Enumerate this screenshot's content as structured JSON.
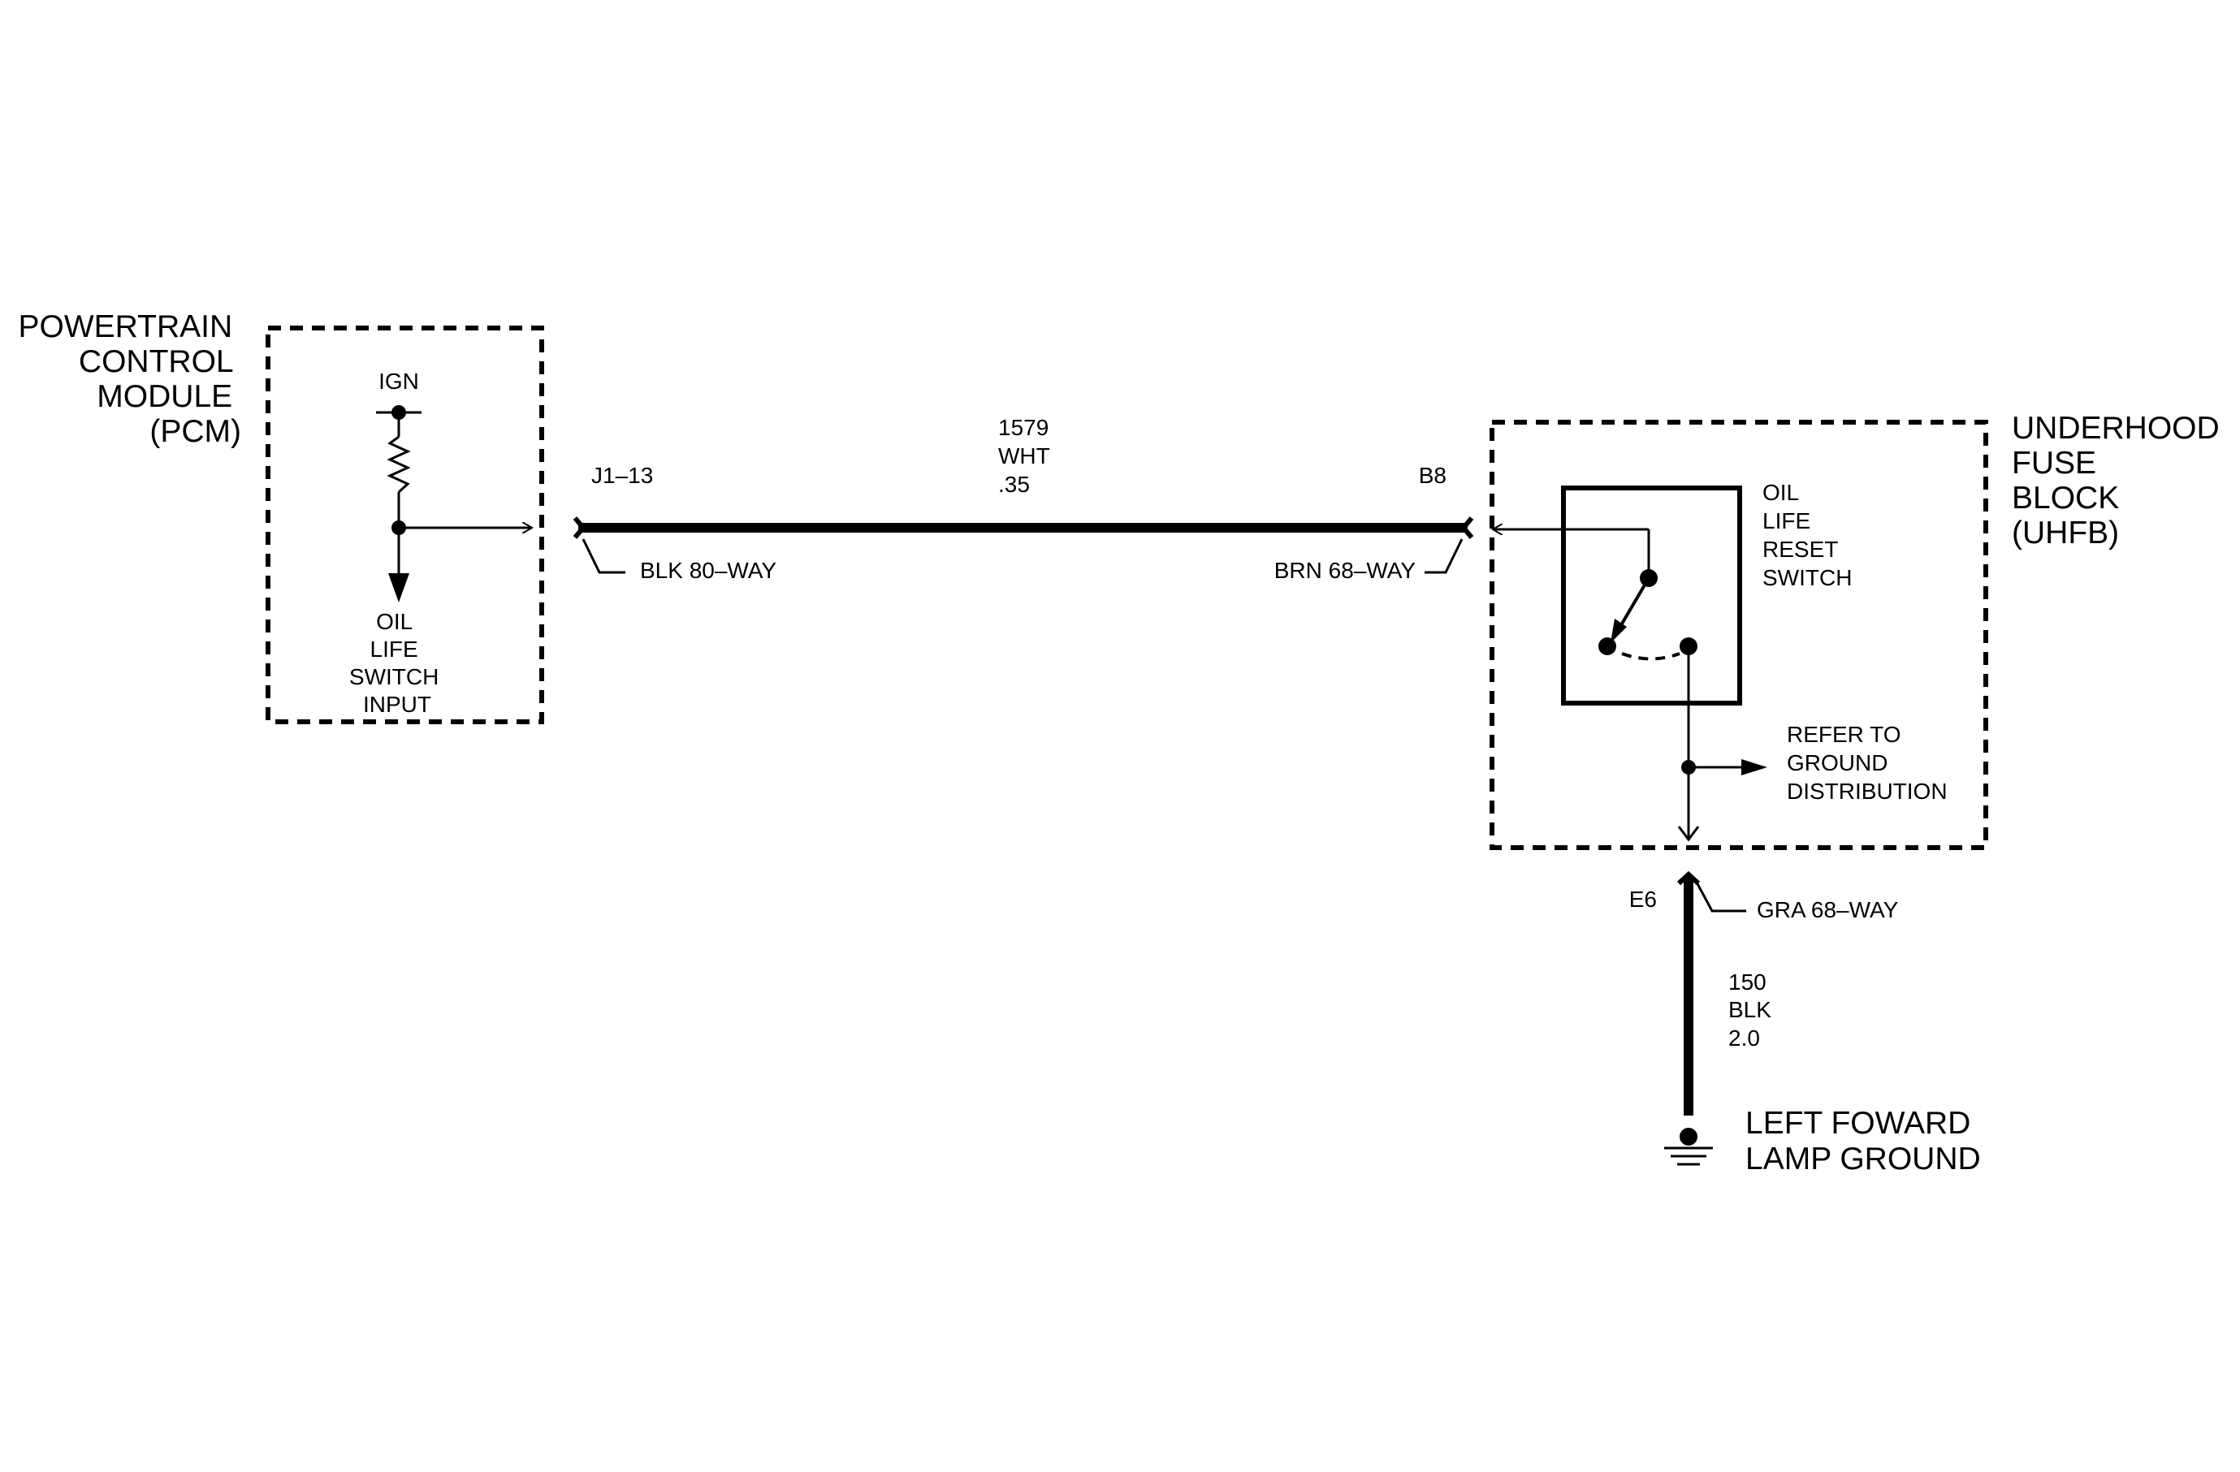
{
  "pcm": {
    "name_lines": [
      "POWERTRAIN",
      "CONTROL",
      "MODULE",
      "(PCM)"
    ],
    "ign_label": "IGN",
    "input_lines": [
      "OIL",
      "LIFE",
      "SWITCH",
      "INPUT"
    ]
  },
  "wire_main": {
    "circuit": "1579",
    "color": "WHT",
    "gauge": ".35",
    "left_pin": "J1–13",
    "left_connector": "BLK 80–WAY",
    "right_pin": "B8",
    "right_connector": "BRN 68–WAY"
  },
  "uhfb": {
    "name_lines": [
      "UNDERHOOD",
      "FUSE",
      "BLOCK",
      "(UHFB)"
    ],
    "switch_lines": [
      "OIL",
      "LIFE",
      "RESET",
      "SWITCH"
    ],
    "ref_lines": [
      "REFER TO",
      "GROUND",
      "DISTRIBUTION"
    ]
  },
  "wire_ground": {
    "pin": "E6",
    "connector": "GRA 68–WAY",
    "circuit": "150",
    "color": "BLK",
    "gauge": "2.0"
  },
  "ground": {
    "name_lines": [
      "LEFT FOWARD",
      "LAMP GROUND"
    ]
  }
}
